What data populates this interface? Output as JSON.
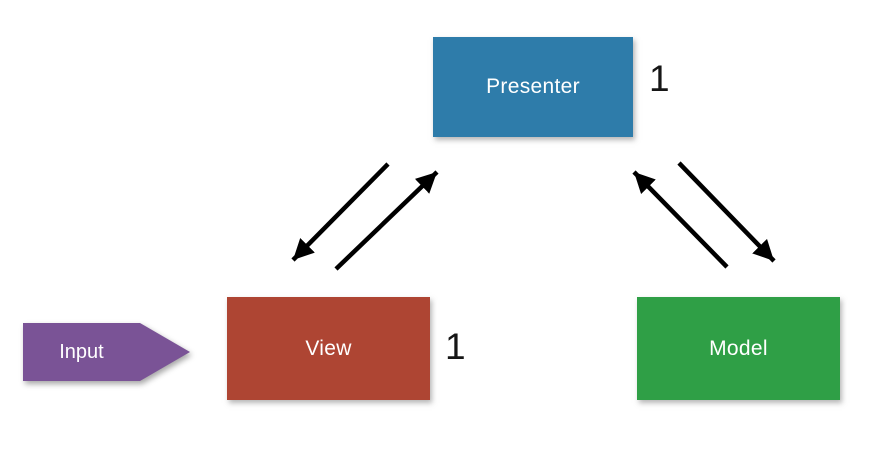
{
  "diagram": {
    "nodes": {
      "presenter": {
        "label": "Presenter",
        "fill": "#2e7caa",
        "text_color": "#ffffff",
        "multiplicity": "1"
      },
      "view": {
        "label": "View",
        "fill": "#ae4533",
        "text_color": "#ffffff",
        "multiplicity": "1"
      },
      "model": {
        "label": "Model",
        "fill": "#2f9f46",
        "text_color": "#ffffff"
      }
    },
    "input_pointer": {
      "label": "Input",
      "fill": "#7a5396",
      "text_color": "#ffffff"
    },
    "arrows": {
      "color": "#000000",
      "connections": [
        {
          "from": "Presenter",
          "to": "View"
        },
        {
          "from": "View",
          "to": "Presenter"
        },
        {
          "from": "Model",
          "to": "Presenter"
        },
        {
          "from": "Presenter",
          "to": "Model"
        }
      ]
    }
  }
}
